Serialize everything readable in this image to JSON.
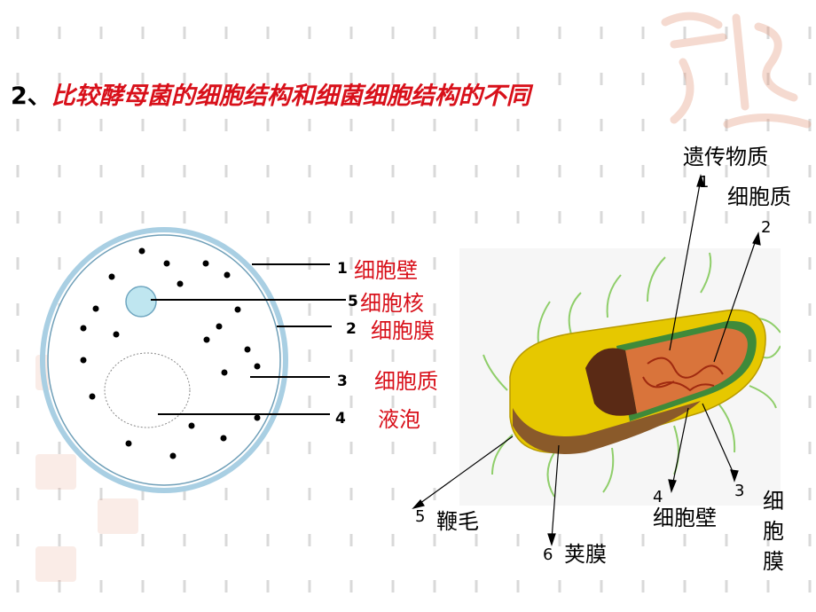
{
  "title": {
    "number": "2、",
    "text": "比较酵母菌的细胞结构和细菌细胞结构的不同"
  },
  "yeast": {
    "labels": [
      {
        "num": "1",
        "text": "细胞壁"
      },
      {
        "num": "5",
        "text": "细胞核"
      },
      {
        "num": "2",
        "text": "细胞膜"
      },
      {
        "num": "3",
        "text": "细胞质"
      },
      {
        "num": "4",
        "text": "液泡"
      }
    ]
  },
  "bacteria": {
    "labels": [
      {
        "num": "1",
        "text": "遗传物质"
      },
      {
        "num": "2",
        "text": "细胞质"
      },
      {
        "num": "3",
        "text": "细胞膜"
      },
      {
        "num": "4",
        "text": "细胞壁"
      },
      {
        "num": "5",
        "text": "鞭毛"
      },
      {
        "num": "6",
        "text": "荚膜"
      }
    ]
  },
  "colors": {
    "title_red": "#d8101a",
    "membrane_blue": "#a9cfe3",
    "nucleus_fill": "#bfe6f0",
    "capsule_yellow": "#e6c800",
    "cytoplasm_orange": "#d9743b"
  }
}
